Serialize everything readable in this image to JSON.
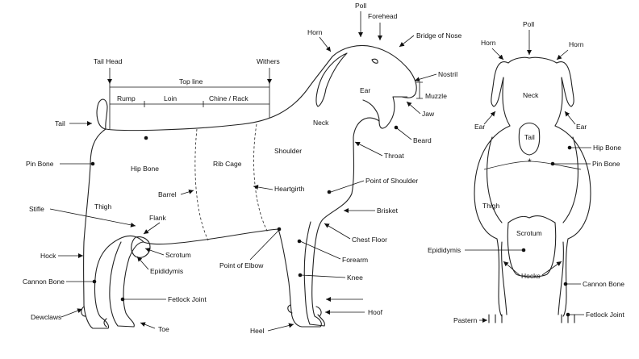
{
  "side_view": {
    "labels": {
      "tail_head": "Tail Head",
      "withers": "Withers",
      "top_line": "Top line",
      "rump": "Rump",
      "loin": "Loin",
      "chine_rack": "Chine / Rack",
      "tail": "Tail",
      "pin_bone": "Pin Bone",
      "hip_bone": "Hip Bone",
      "rib_cage": "Rib Cage",
      "shoulder": "Shoulder",
      "neck": "Neck",
      "barrel": "Barrel",
      "heartgirth": "Heartgirth",
      "stifle": "Stifle",
      "thigh": "Thigh",
      "flank": "Flank",
      "hock": "Hock",
      "scrotum": "Scrotum",
      "epididymis": "Epididymis",
      "point_of_elbow": "Point of Elbow",
      "cannon_bone": "Cannon Bone",
      "fetlock_joint": "Fetlock Joint",
      "dewclaws": "Dewclaws",
      "toe": "Toe",
      "heel": "Heel",
      "horn": "Horn",
      "poll": "Poll",
      "forehead": "Forehead",
      "bridge_of_nose": "Bridge of Nose",
      "nostril": "Nostril",
      "ear": "Ear",
      "muzzle": "Muzzle",
      "jaw": "Jaw",
      "beard": "Beard",
      "throat": "Throat",
      "point_of_shoulder": "Point of Shoulder",
      "brisket": "Brisket",
      "chest_floor": "Chest Floor",
      "forearm": "Forearm",
      "knee": "Knee",
      "hoof": "Hoof"
    }
  },
  "rear_view": {
    "labels": {
      "poll": "Poll",
      "horn_left": "Horn",
      "horn_right": "Horn",
      "neck": "Neck",
      "ear_left": "Ear",
      "ear_right": "Ear",
      "tail": "Tail",
      "hip_bone": "Hip Bone",
      "pin_bone": "Pin Bone",
      "thigh": "Thigh",
      "scrotum": "Scrotum",
      "epididymis": "Epididymis",
      "hocks": "Hocks",
      "cannon_bone": "Cannon Bone",
      "pastern": "Pastern",
      "fetlock_joint": "Fetlock Joint"
    }
  }
}
